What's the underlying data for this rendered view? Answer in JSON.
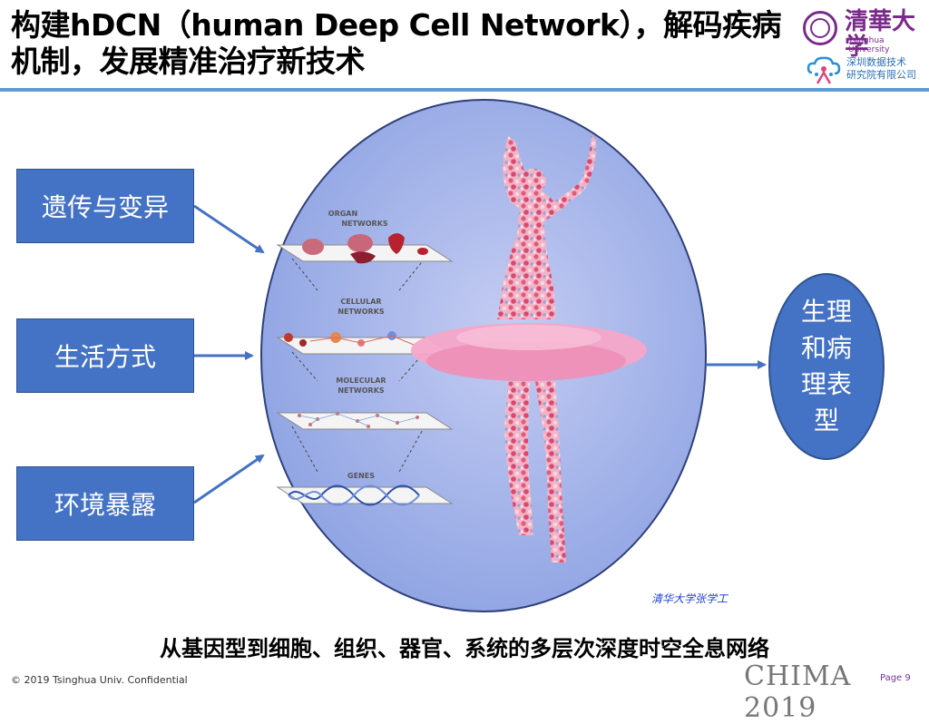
{
  "header": {
    "title": "构建hDCN（human Deep Cell Network），解码疾病机制，发展精准治疗新技术",
    "logo_university_name": "清華大学",
    "logo_university_en": "Tsinghua University",
    "logo_institute_line1": "深圳数据技术",
    "logo_institute_line2": "研究院有限公司"
  },
  "inputs": [
    {
      "label": "遗传与变异"
    },
    {
      "label": "生活方式"
    },
    {
      "label": "环境暴露"
    }
  ],
  "layers": [
    {
      "line1": "ORGAN",
      "line2": "NETWORKS"
    },
    {
      "line1": "CELLULAR",
      "line2": "NETWORKS"
    },
    {
      "line1": "MOLECULAR",
      "line2": "NETWORKS"
    },
    {
      "line1": "GENES",
      "line2": ""
    }
  ],
  "output": {
    "label": "生理和病理表型"
  },
  "credit": "清华大学张学工",
  "caption": "从基因型到细胞、组织、器官、系统的多层次深度时空全息网络",
  "footer": {
    "copyright": "© 2019 Tsinghua Univ.  Confidential",
    "conference": "CHIMA 2019",
    "page": "Page 9"
  },
  "colors": {
    "box_blue": "#4472c4",
    "arrow_blue": "#4472c4",
    "header_line": "#5b9bd5",
    "circle_fill": "#a9b8ea",
    "tutu_pink": "#f4a6c8"
  }
}
